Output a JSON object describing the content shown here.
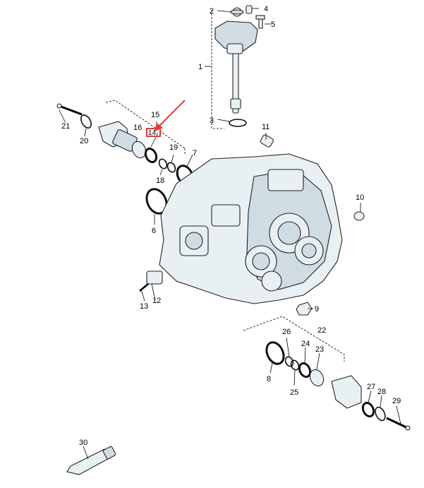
{
  "callouts": {
    "c1": "1",
    "c2": "2",
    "c3": "3",
    "c4": "4",
    "c5": "5",
    "c6": "6",
    "c7": "7",
    "c8": "8",
    "c9": "9",
    "c10": "10",
    "c11": "11",
    "c12": "12",
    "c13": "13",
    "c14": "14",
    "c15": "15",
    "c16": "16",
    "c18": "18",
    "c19": "19",
    "c20": "20",
    "c21": "21",
    "c22": "22",
    "c23": "23",
    "c24": "24",
    "c25": "25",
    "c26": "26",
    "c27": "27",
    "c28": "28",
    "c29": "29",
    "c30": "30"
  },
  "colors": {
    "highlight": "#e53935",
    "part_fill": "#e9f0f4",
    "line": "#222222"
  },
  "highlighted_callout": "14"
}
